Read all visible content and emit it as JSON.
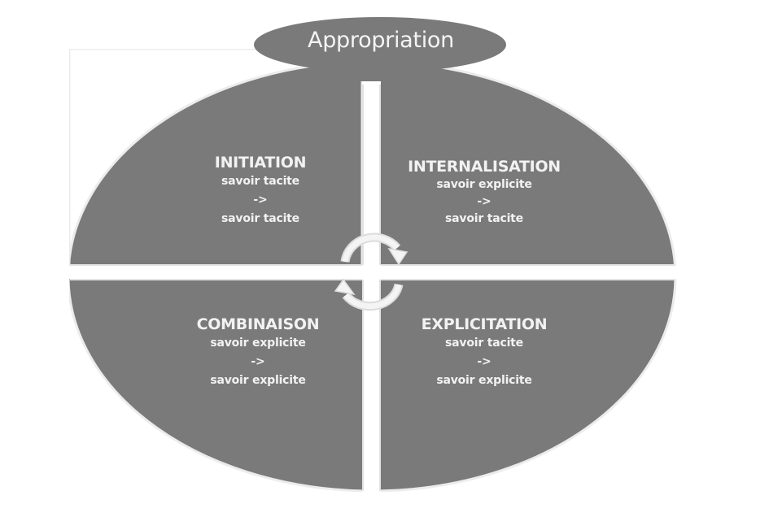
{
  "diagram": {
    "top_label": "Appropriation",
    "colors": {
      "fill": "#7a7a7a",
      "outline": "#e6e6e6",
      "text": "#f2f2f2",
      "background": "#ffffff"
    },
    "quadrants": [
      {
        "id": "top-left",
        "title": "INITIATION",
        "from": "savoir tacite",
        "arrow": "->",
        "to": "savoir tacite"
      },
      {
        "id": "top-right",
        "title": "INTERNALISATION",
        "from": "savoir explicite",
        "arrow": "->",
        "to": "savoir tacite"
      },
      {
        "id": "bottom-left",
        "title": "COMBINAISON",
        "from": "savoir explicite",
        "arrow": "->",
        "to": "savoir explicite"
      },
      {
        "id": "bottom-right",
        "title": "EXPLICITATION",
        "from": "savoir tacite",
        "arrow": "->",
        "to": "savoir explicite"
      }
    ],
    "center_icons": [
      "cycle-arrow-clockwise-top",
      "cycle-arrow-clockwise-bottom"
    ]
  }
}
